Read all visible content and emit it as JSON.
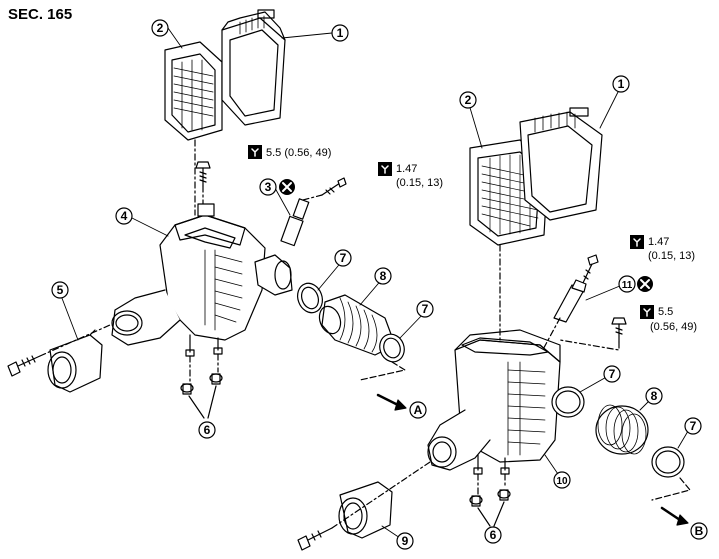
{
  "section_label": "SEC. 165",
  "callouts": [
    "1",
    "2",
    "3",
    "4",
    "5",
    "6",
    "7",
    "8",
    "9",
    "10",
    "11"
  ],
  "torque_specs": {
    "left_bolt": "5.5 (0.56, 49)",
    "left_sensor_line1": "1.47",
    "left_sensor_line2": "(0.15, 13)",
    "right_sensor_line1": "1.47",
    "right_sensor_line2": "(0.15, 13)",
    "right_bolt_line1": "5.5",
    "right_bolt_line2": "(0.56, 49)"
  },
  "arrow_labels": {
    "a": "A",
    "b": "B"
  },
  "icons": {
    "torque": "torque-wrench-icon",
    "do_not_reuse": "do-not-reuse-icon"
  }
}
